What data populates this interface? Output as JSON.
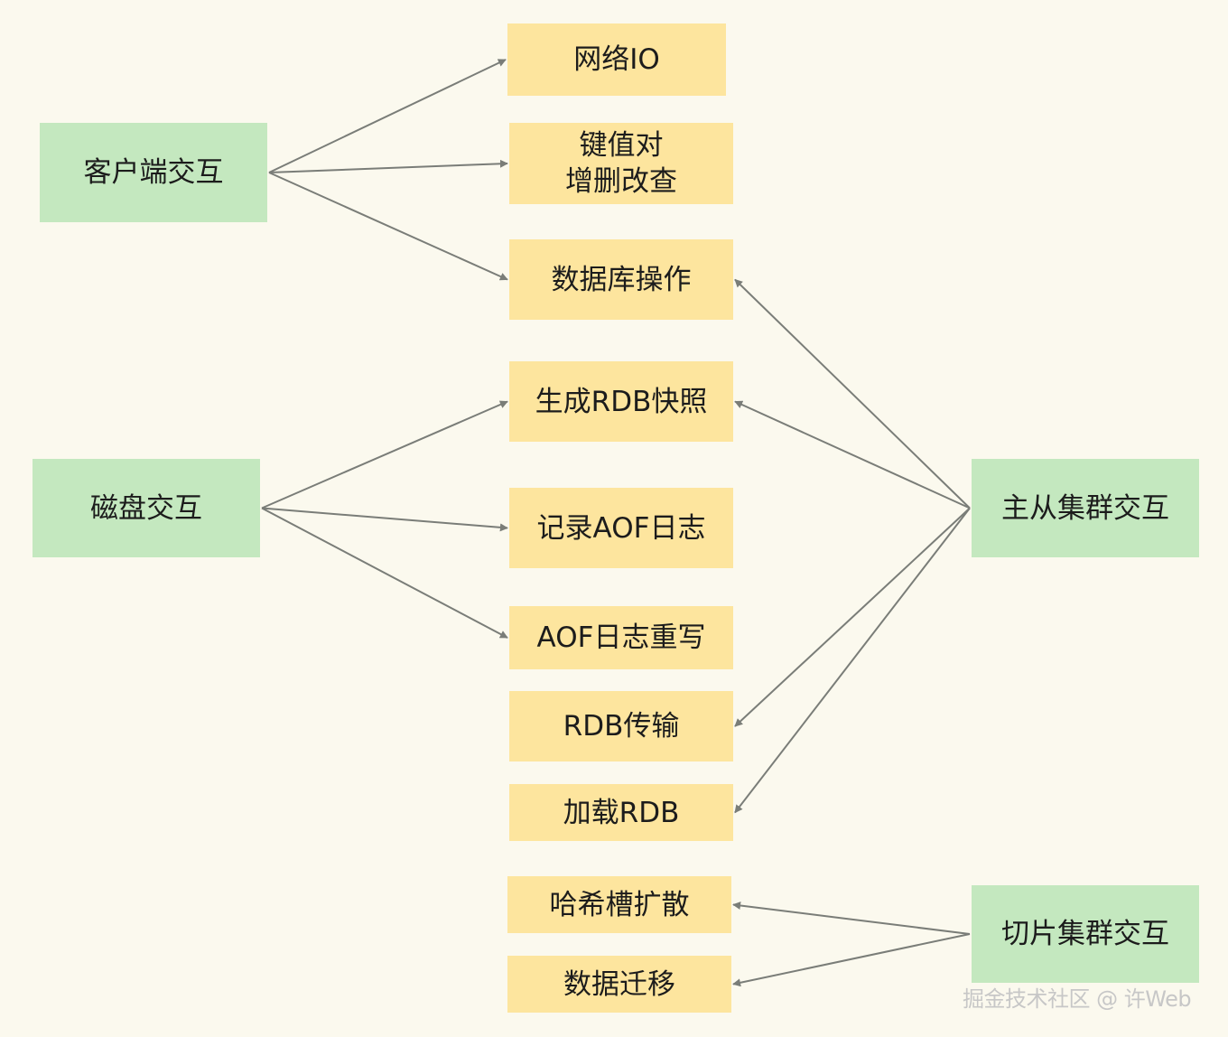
{
  "sources": {
    "client": "客户端交互",
    "disk": "磁盘交互",
    "master_slave": "主从集群交互",
    "sharding": "切片集群交互"
  },
  "tasks": {
    "network_io": "网络IO",
    "kv_crud": "键值对\n增删改查",
    "db_ops": "数据库操作",
    "rdb_snapshot": "生成RDB快照",
    "aof_log": "记录AOF日志",
    "aof_rewrite": "AOF日志重写",
    "rdb_transfer": "RDB传输",
    "load_rdb": "加载RDB",
    "hash_slot_expand": "哈希槽扩散",
    "data_migration": "数据迁移"
  },
  "watermark": "掘金技术社区 @ 许Web",
  "colors": {
    "background": "#fbf9ee",
    "source_box": "#c4e8bf",
    "task_box": "#fde59e",
    "arrow": "#7a7d78",
    "text": "#1c1c1c"
  },
  "edges": [
    {
      "from": "client",
      "to": "network_io"
    },
    {
      "from": "client",
      "to": "kv_crud"
    },
    {
      "from": "client",
      "to": "db_ops"
    },
    {
      "from": "disk",
      "to": "rdb_snapshot"
    },
    {
      "from": "disk",
      "to": "aof_log"
    },
    {
      "from": "disk",
      "to": "aof_rewrite"
    },
    {
      "from": "master_slave",
      "to": "db_ops"
    },
    {
      "from": "master_slave",
      "to": "rdb_snapshot"
    },
    {
      "from": "master_slave",
      "to": "rdb_transfer"
    },
    {
      "from": "master_slave",
      "to": "load_rdb"
    },
    {
      "from": "sharding",
      "to": "hash_slot_expand"
    },
    {
      "from": "sharding",
      "to": "data_migration"
    }
  ]
}
